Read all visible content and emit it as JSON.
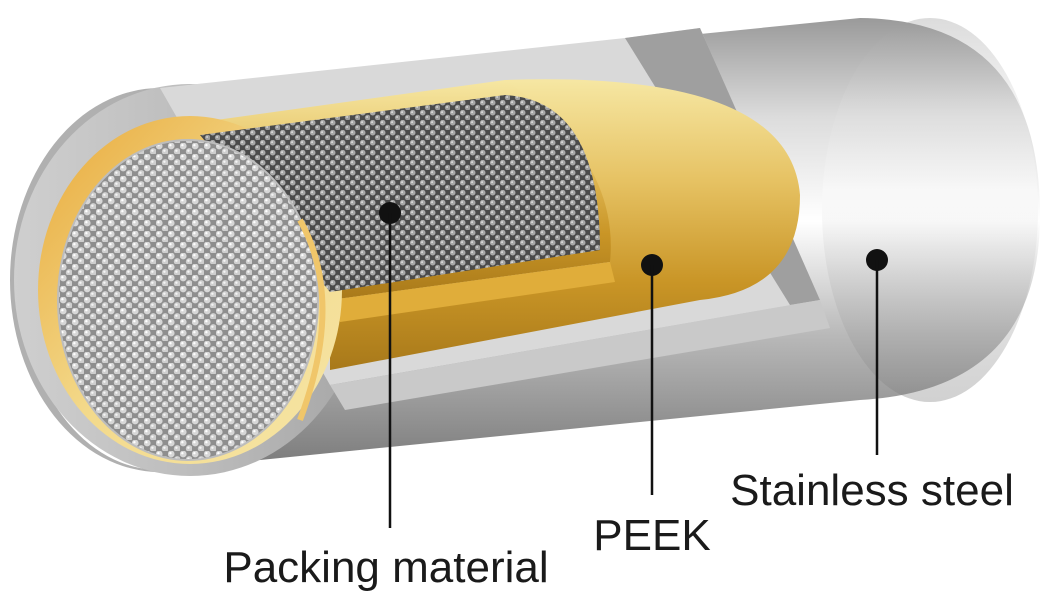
{
  "labels": {
    "packing": "Packing material",
    "peek": "PEEK",
    "steel": "Stainless steel"
  },
  "colors": {
    "steel_light": "#ececec",
    "steel_mid": "#b8b8b8",
    "steel_dark": "#7d7d7d",
    "peek_light": "#f3e08a",
    "peek_mid": "#d6a531",
    "peek_dark": "#a8791a",
    "bead": "#d2d2d2",
    "leader": "#111111"
  }
}
